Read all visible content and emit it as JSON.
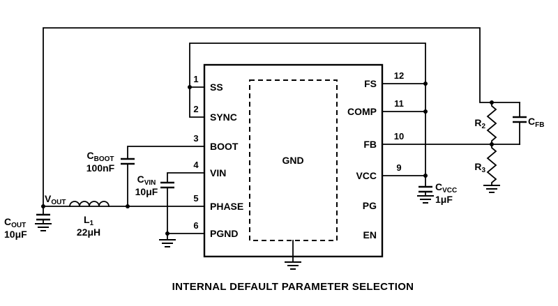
{
  "caption": "INTERNAL DEFAULT PARAMETER SELECTION",
  "ic": {
    "gnd_label": "GND",
    "left_pins": [
      {
        "num": "1",
        "name": "SS"
      },
      {
        "num": "2",
        "name": "SYNC"
      },
      {
        "num": "3",
        "name": "BOOT"
      },
      {
        "num": "4",
        "name": "VIN"
      },
      {
        "num": "5",
        "name": "PHASE"
      },
      {
        "num": "6",
        "name": "PGND"
      }
    ],
    "right_pins": [
      {
        "num": "12",
        "name": "FS"
      },
      {
        "num": "11",
        "name": "COMP"
      },
      {
        "num": "10",
        "name": "FB"
      },
      {
        "num": "9",
        "name": "VCC"
      },
      {
        "num": "",
        "name": "PG"
      },
      {
        "num": "",
        "name": "EN"
      }
    ]
  },
  "components": {
    "vout": {
      "sym": "V",
      "sub": "OUT"
    },
    "cout": {
      "sym": "C",
      "sub": "OUT",
      "value": "10μF"
    },
    "l1": {
      "sym": "L",
      "sub": "1",
      "value": "22μH"
    },
    "cboot": {
      "sym": "C",
      "sub": "BOOT",
      "value": "100nF"
    },
    "cvin": {
      "sym": "C",
      "sub": "VIN",
      "value": "10μF"
    },
    "cvcc": {
      "sym": "C",
      "sub": "VCC",
      "value": "1μF"
    },
    "r2": {
      "sym": "R",
      "sub": "2"
    },
    "r3": {
      "sym": "R",
      "sub": "3"
    },
    "cfb": {
      "sym": "C",
      "sub": "FB"
    }
  }
}
